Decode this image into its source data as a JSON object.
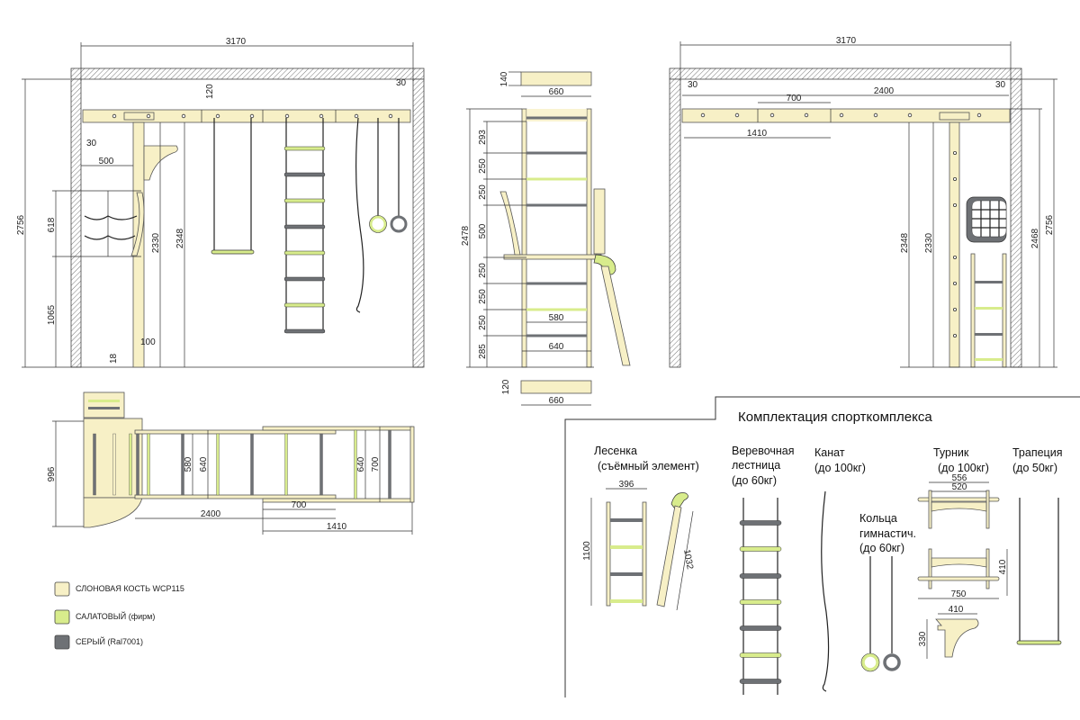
{
  "colors": {
    "ivory": "#f7f0c6",
    "lime": "#d8ec8c",
    "gray": "#6e7175"
  },
  "legend": [
    {
      "label": "СЛОНОВАЯ КОСТЬ WCP115",
      "color": "#f7f0c6"
    },
    {
      "label": "САЛАТОВЫЙ (фирм)",
      "color": "#d8ec8c"
    },
    {
      "label": "СЕРЫЙ (Ral7001)",
      "color": "#6e7175"
    }
  ],
  "front": {
    "width": "3170",
    "height": "2756",
    "net_h": "618",
    "net_bottom": "1065",
    "post_h": "2330",
    "beam_h": "2348",
    "offset": "500",
    "beam_thk": "120",
    "gap_left": "30",
    "gap_right": "30",
    "post_w": "100",
    "base": "18"
  },
  "side": {
    "top_thk": "140",
    "top_w": "660",
    "steps": [
      "293",
      "250",
      "250",
      "500",
      "250",
      "250",
      "250",
      "285"
    ],
    "total": "2478",
    "inner_w": "580",
    "outer_w": "640",
    "bottom_thk": "120",
    "bottom_w": "660"
  },
  "right": {
    "width": "3170",
    "gap_left": "30",
    "gap_right": "30",
    "beam_len": "2400",
    "segment": "700",
    "extension": "1410",
    "beam_h": "2348",
    "post_h": "2330",
    "total_h": "2468",
    "room_h": "2756"
  },
  "top": {
    "depth": "996",
    "inner_w": "580",
    "outer_w": "640",
    "ext_inner": "640",
    "ext_outer": "700",
    "segment": "700",
    "length": "2400",
    "extension": "1410"
  },
  "kit": {
    "title": "Комплектация спорткомплекса",
    "ladder": {
      "name": "Лесенка",
      "note": "(съёмный элемент)",
      "width": "396",
      "height": "1100",
      "hook_len": "1032"
    },
    "rope_ladder": {
      "name1": "Веревочная",
      "name2": "лестница",
      "note": "(до 60кг)"
    },
    "rope": {
      "name": "Канат",
      "note": "(до 100кг)"
    },
    "rings": {
      "name1": "Кольца",
      "name2": "гимнастич.",
      "note": "(до 60кг)"
    },
    "bar": {
      "name": "Турник",
      "note": "(до 100кг)",
      "outer": "556",
      "inner": "520",
      "height": "410",
      "length": "750",
      "bracket_w": "410",
      "bracket_h": "330"
    },
    "trapeze": {
      "name": "Трапеция",
      "note": "(до 50кг)"
    }
  }
}
